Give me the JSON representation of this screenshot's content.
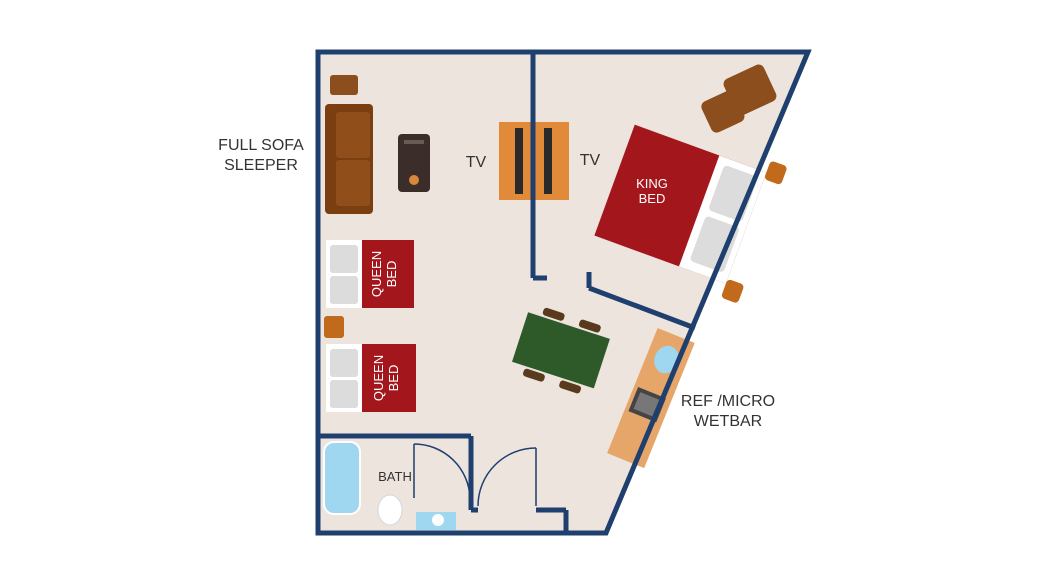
{
  "labels": {
    "sofa_line1": "FULL SOFA",
    "sofa_line2": "SLEEPER",
    "tv_left": "TV",
    "tv_right": "TV",
    "king_line1": "KING",
    "king_line2": "BED",
    "queen1_line1": "QUEEN",
    "queen1_line2": "BED",
    "queen2_line1": "QUEEN",
    "queen2_line2": "BED",
    "wetbar_line1": "REF /MICRO",
    "wetbar_line2": "WETBAR",
    "bath": "BATH"
  },
  "colors": {
    "wall": "#1f3f6e",
    "floor": "#ede4de",
    "bed_red": "#a3171c",
    "wood": "#8a4a14",
    "table_green": "#2e5a2a",
    "water_blue": "#9fd6f0",
    "tv_stand": "#e08a3a"
  }
}
